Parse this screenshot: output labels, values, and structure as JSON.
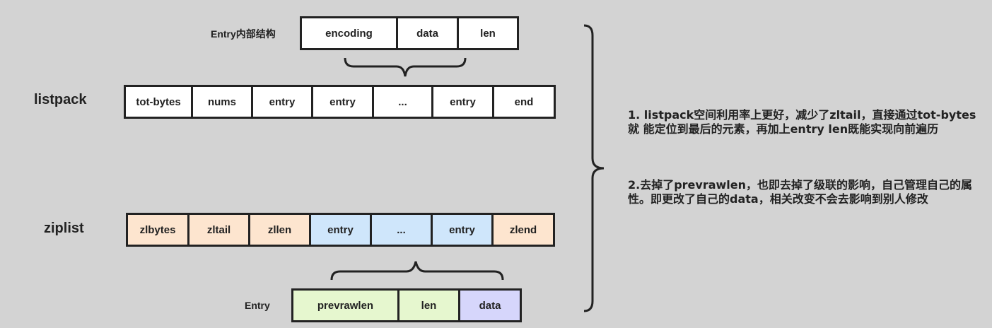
{
  "entry_struct": {
    "label": "Entry内部结构",
    "cells": [
      "encoding",
      "data",
      "len"
    ]
  },
  "listpack": {
    "label": "listpack",
    "cells": [
      "tot-bytes",
      "nums",
      "entry",
      "entry",
      "...",
      "entry",
      "end"
    ]
  },
  "ziplist": {
    "label": "ziplist",
    "cells": [
      "zlbytes",
      "zltail",
      "zllen",
      "entry",
      "...",
      "entry",
      "zlend"
    ]
  },
  "ziplist_entry": {
    "label": "Entry",
    "cells": [
      "prevrawlen",
      "len",
      "data"
    ]
  },
  "notes": {
    "p1": "1. listpack空间利用率上更好，减少了zltail，直接通过tot-bytes就 能定位到最后的元素，再加上entry len既能实现向前遍历",
    "p2": "2.去掉了prevrawlen，也即去掉了级联的影响，自己管理自己的属性。即更改了自己的data，相关改变不会去影响到别人修改"
  },
  "colors": {
    "background": "#d3d3d3",
    "border": "#222222",
    "header_cell": "#fde5cf",
    "entry_cell": "#cfe6fb",
    "prevrawlen_cell": "#e6f7cf",
    "len_cell": "#e6f7cf",
    "data_cell": "#d6d6fb"
  }
}
